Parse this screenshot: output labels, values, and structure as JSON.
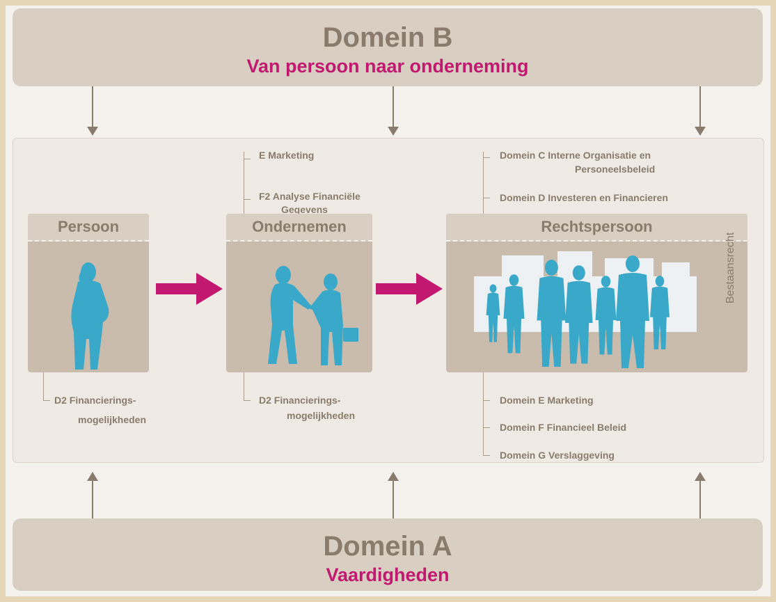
{
  "domain_b": {
    "title": "Domein B",
    "subtitle": "Van persoon naar onderneming"
  },
  "domain_a": {
    "title": "Domein A",
    "subtitle": "Vaardigheden"
  },
  "boxes": {
    "persoon": "Persoon",
    "ondernemen": "Ondernemen",
    "rechtspersoon": "Rechtspersoon",
    "side_label": "Bestaansrecht"
  },
  "top_labels": {
    "e_marketing": "E  Marketing",
    "f2_line1": "F2  Analyse Financiële",
    "f2_line2": "Gegevens",
    "c_line1": "Domein C  Interne Organisatie en",
    "c_line2": "Personeelsbeleid",
    "d_investeren": "Domein D  Investeren en Financieren"
  },
  "bottom_labels": {
    "persoon_line1": "D2 Financierings-",
    "persoon_line2": "mogelijkheden",
    "ondernemen_line1": "D2 Financierings-",
    "ondernemen_line2": "mogelijkheden",
    "e_marketing": "Domein E  Marketing",
    "f_beleid": "Domein F  Financieel Beleid",
    "g_verslag": "Domein G  Verslaggeving"
  },
  "colors": {
    "accent": "#c2186f",
    "figure": "#3aa9c9",
    "text_muted": "#8a7c6c",
    "box_fill": "#c9bcad",
    "bar_fill": "#d8cec2"
  }
}
